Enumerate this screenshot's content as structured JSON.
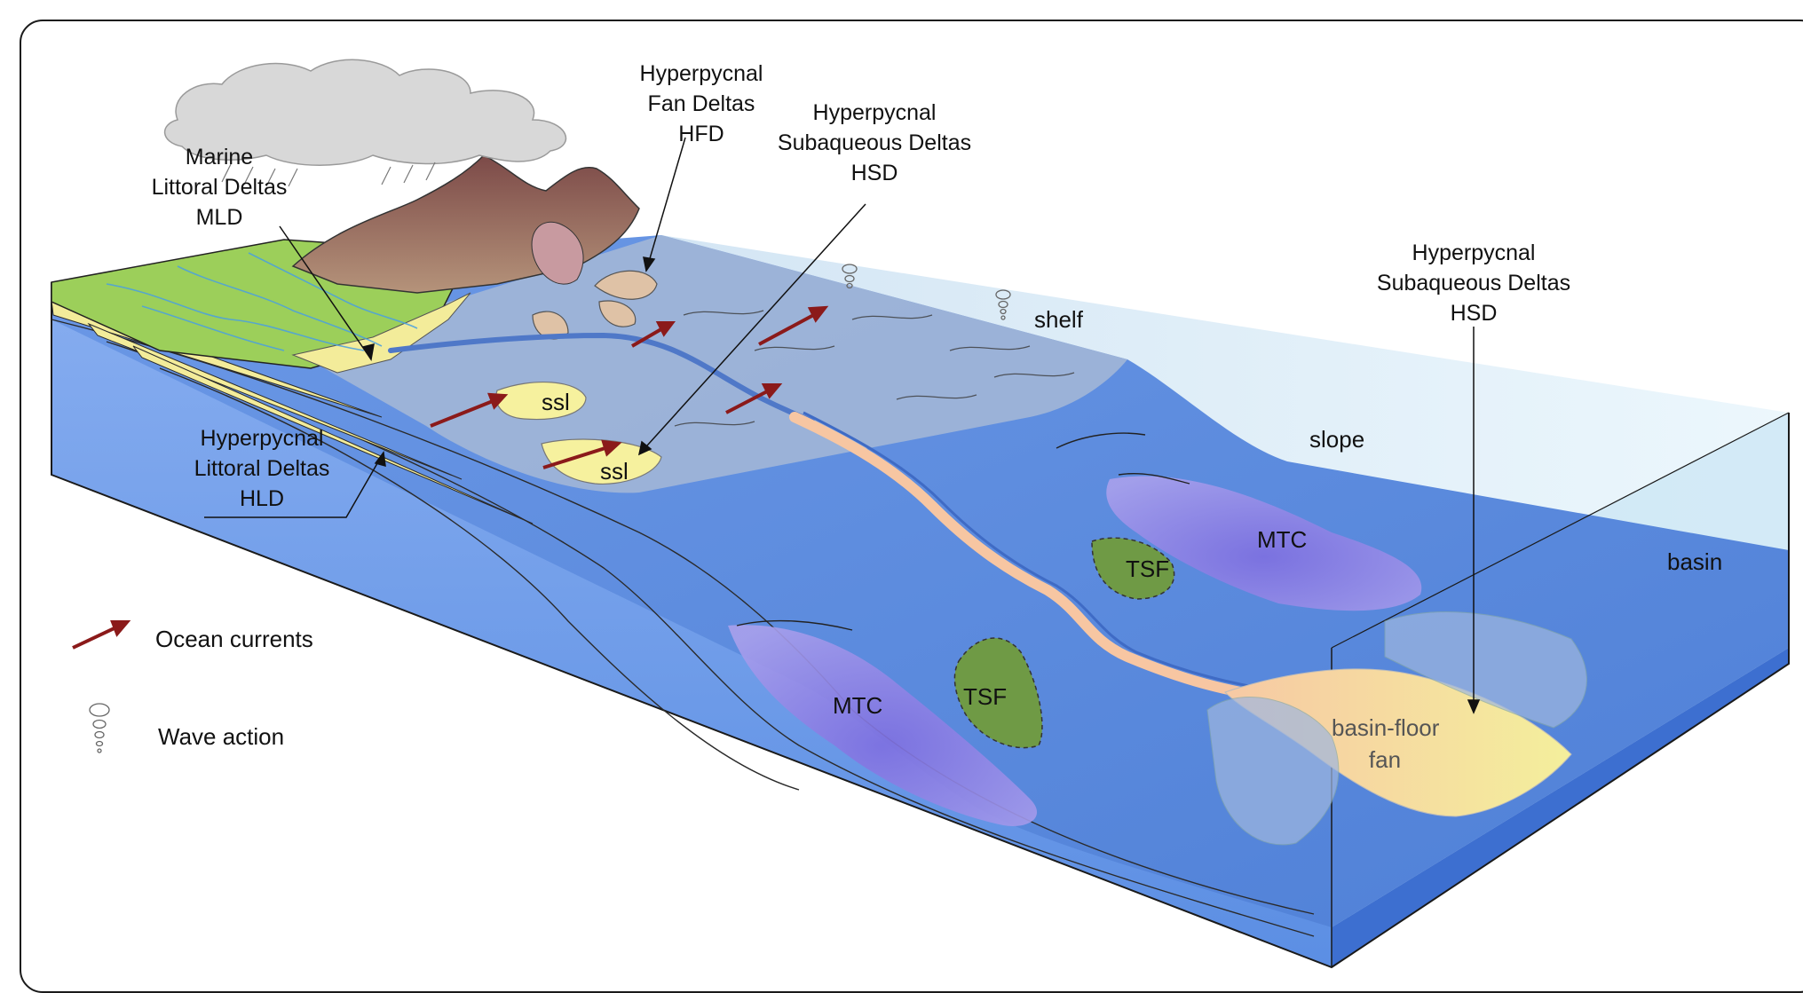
{
  "callouts": {
    "mld": [
      "Marine",
      "Littoral Deltas",
      "MLD"
    ],
    "hfd": [
      "Hyperpycnal",
      "Fan Deltas",
      "HFD"
    ],
    "hsd_upper": [
      "Hyperpycnal",
      "Subaqueous Deltas",
      "HSD"
    ],
    "hsd_right": [
      "Hyperpycnal",
      "Subaqueous Deltas",
      "HSD"
    ],
    "hld": [
      "Hyperpycnal",
      "Littoral Deltas",
      "HLD"
    ]
  },
  "zones": {
    "shelf": "shelf",
    "slope": "slope",
    "basin": "basin"
  },
  "features": {
    "ssl_upper": "ssl",
    "ssl_lower": "ssl",
    "tsf_upper": "TSF",
    "tsf_lower": "TSF",
    "mtc_upper": "MTC",
    "mtc_lower": "MTC",
    "fan_line1": "basin-floor",
    "fan_line2": "fan"
  },
  "legend": {
    "currents": "Ocean currents",
    "waves": "Wave action"
  },
  "colors": {
    "deep_water": "#5f8fe0",
    "shallow_water": "#9fb6d8",
    "land_green": "#9ccf5a",
    "mountain": "#9a6a62",
    "sand": "#f3ec9a",
    "mtc_purple": "#8a7fe0",
    "tsf_green": "#6f9a45",
    "channel_orange": "#f7c6a2",
    "current_arrow": "#8b1a1a"
  }
}
